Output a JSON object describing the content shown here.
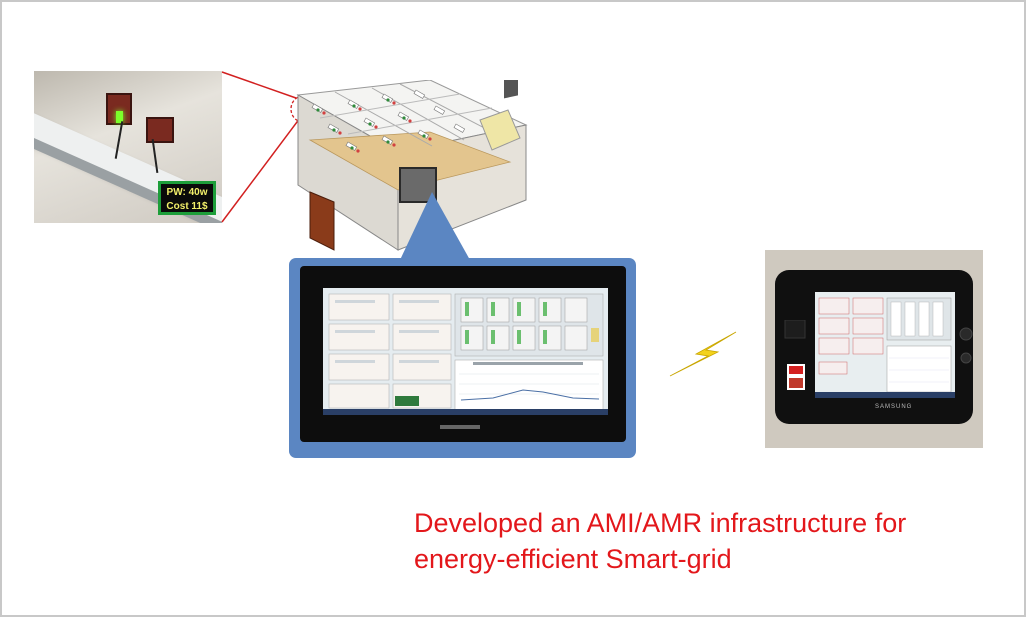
{
  "sensor_display": {
    "power_line": "PW: 40w",
    "cost_line": "Cost 11$"
  },
  "tablet": {
    "brand": "SAMSUNG"
  },
  "caption": {
    "line1": "Developed an AMI/AMR infrastructure for",
    "line2": "energy-efficient Smart-grid"
  },
  "colors": {
    "caption": "#e3171b",
    "callout": "#5b86c2",
    "connector": "#d22020",
    "bolt": "#f3d21c"
  }
}
